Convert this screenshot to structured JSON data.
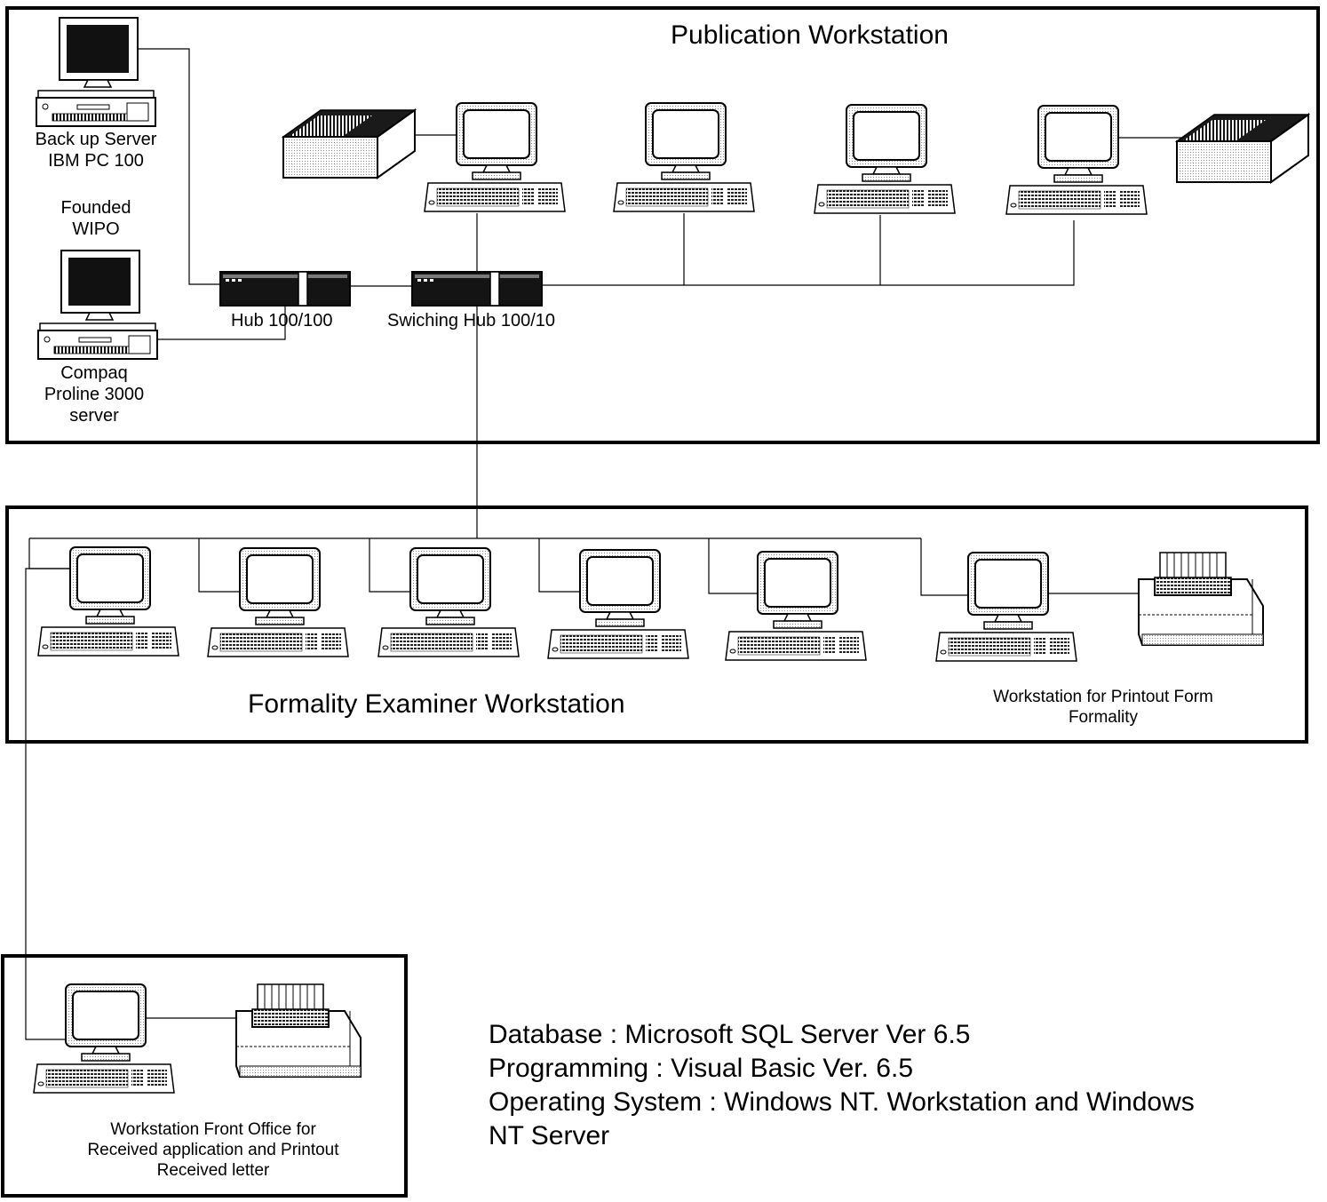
{
  "sections": {
    "publication": {
      "title": "Publication Workstation",
      "backup_server": [
        "Back up Server",
        "IBM PC 100"
      ],
      "founded": [
        "Founded",
        "WIPO"
      ],
      "compaq_server": [
        "Compaq",
        "Proline 3000",
        "server"
      ],
      "hub": "Hub 100/100",
      "switching_hub": "Swiching Hub 100/10"
    },
    "formality": {
      "title": "Formality Examiner Workstation",
      "printout_caption": [
        "Workstation for Printout Form",
        "Formality"
      ]
    },
    "front_office": {
      "caption": [
        "Workstation Front Office for",
        "Received application and Printout",
        "Received letter"
      ]
    }
  },
  "system_info": {
    "database": "Database : Microsoft SQL Server Ver 6.5",
    "programming": "Programming : Visual Basic Ver. 6.5",
    "operating_system_line1": "Operating System : Windows NT. Workstation and Windows",
    "operating_system_line2": "NT Server"
  },
  "icons": [
    "computer-icon",
    "server-tower-icon",
    "hub-icon",
    "printer-icon",
    "storage-box-icon"
  ]
}
